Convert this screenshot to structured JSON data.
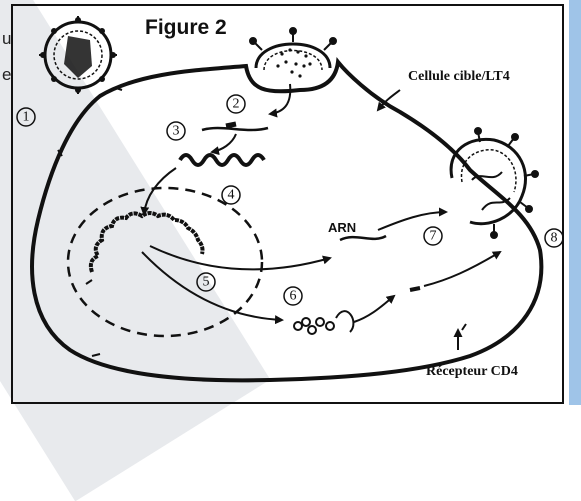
{
  "figure": {
    "title": "Figure 2",
    "labels": {
      "target_cell": "Cellule cible/LT4",
      "rna": "ARN",
      "receptor": "Récepteur CD4"
    },
    "steps": [
      "1",
      "2",
      "3",
      "4",
      "5",
      "6",
      "7",
      "8"
    ]
  },
  "edge_text": {
    "fragment_top": "u",
    "fragment_bottom": "e"
  },
  "colors": {
    "ink": "#111111",
    "background_stripe": "#e4e6ea",
    "right_strip": "#9fc4e8"
  }
}
